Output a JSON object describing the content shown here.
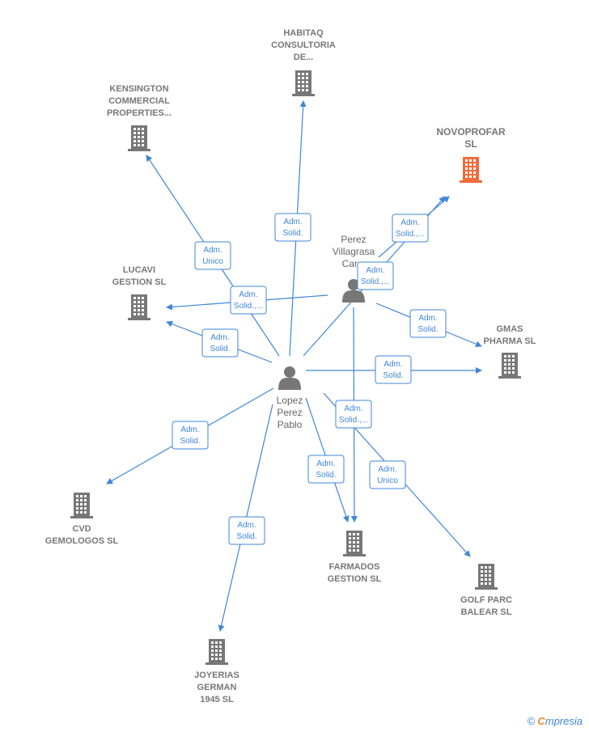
{
  "colors": {
    "company": "#777777",
    "focus_company": "#f26b3a",
    "person": "#777777",
    "edge": "#3f86d8"
  },
  "companies": [
    {
      "id": "habitaq",
      "lines": [
        "HABITAQ",
        "CONSULTORIA",
        "DE..."
      ],
      "focus": false,
      "icon": "building-icon"
    },
    {
      "id": "kensington",
      "lines": [
        "KENSINGTON",
        "COMMERCIAL",
        "PROPERTIES..."
      ],
      "focus": false,
      "icon": "building-icon"
    },
    {
      "id": "novoprofar",
      "lines": [
        "NOVOPROFAR",
        "SL"
      ],
      "focus": true,
      "icon": "building-icon"
    },
    {
      "id": "lucavi",
      "lines": [
        "LUCAVI",
        "GESTION  SL"
      ],
      "focus": false,
      "icon": "building-icon"
    },
    {
      "id": "gmas",
      "lines": [
        "GMAS",
        "PHARMA  SL"
      ],
      "focus": false,
      "icon": "building-icon"
    },
    {
      "id": "cvd",
      "lines": [
        "CVD",
        "GEMOLOGOS SL"
      ],
      "focus": false,
      "icon": "building-icon"
    },
    {
      "id": "farmados",
      "lines": [
        "FARMADOS",
        "GESTION  SL"
      ],
      "focus": false,
      "icon": "building-icon"
    },
    {
      "id": "golfparc",
      "lines": [
        "GOLF PARC",
        "BALEAR  SL"
      ],
      "focus": false,
      "icon": "building-icon"
    },
    {
      "id": "joyerias",
      "lines": [
        "JOYERIAS",
        "GERMAN",
        "1945  SL"
      ],
      "focus": false,
      "icon": "building-icon"
    }
  ],
  "persons": [
    {
      "id": "perez",
      "lines": [
        "Perez",
        "Villagrasa",
        "Car..."
      ],
      "icon": "person-icon"
    },
    {
      "id": "lopez",
      "lines": [
        "Lopez",
        "Perez",
        "Pablo"
      ],
      "icon": "person-icon"
    }
  ],
  "edges": [
    {
      "from": "lopez",
      "to": "habitaq",
      "label": [
        "Adm.",
        "Solid."
      ]
    },
    {
      "from": "lopez",
      "to": "kensington",
      "label": [
        "Adm.",
        "Unico"
      ]
    },
    {
      "from": "lopez",
      "to": "novoprofar",
      "label": [
        "Adm.",
        "Solid.,..."
      ]
    },
    {
      "from": "perez",
      "to": "novoprofar",
      "label": [
        "Adm.",
        "Solid.,..."
      ]
    },
    {
      "from": "perez",
      "to": "lucavi",
      "label": [
        "Adm.",
        "Solid.,..."
      ]
    },
    {
      "from": "lopez",
      "to": "lucavi",
      "label": [
        "Adm.",
        "Solid."
      ]
    },
    {
      "from": "perez",
      "to": "gmas",
      "label": [
        "Adm.",
        "Solid."
      ]
    },
    {
      "from": "lopez",
      "to": "gmas",
      "label": [
        "Adm.",
        "Solid."
      ]
    },
    {
      "from": "lopez",
      "to": "cvd",
      "label": [
        "Adm.",
        "Solid."
      ]
    },
    {
      "from": "perez",
      "to": "farmados",
      "label": [
        "Adm.",
        "Solid.,..."
      ]
    },
    {
      "from": "lopez",
      "to": "farmados",
      "label": [
        "Adm.",
        "Solid."
      ]
    },
    {
      "from": "lopez",
      "to": "golfparc",
      "label": [
        "Adm.",
        "Unico"
      ]
    },
    {
      "from": "lopez",
      "to": "joyerias",
      "label": [
        "Adm.",
        "Solid."
      ]
    }
  ],
  "brand": {
    "copyright": "©",
    "initial": "C",
    "name": "mpresia"
  }
}
